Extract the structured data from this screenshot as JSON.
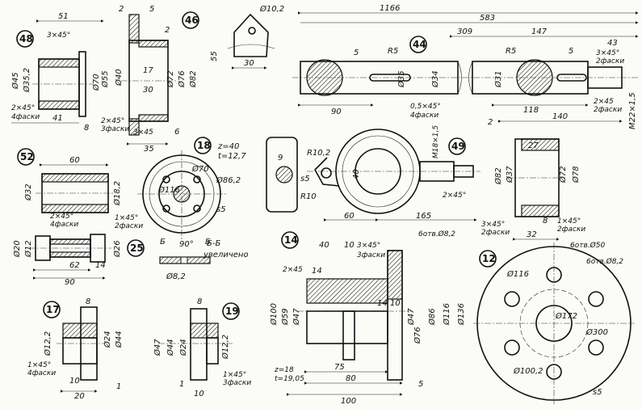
{
  "parts": [
    {
      "id": "48",
      "dims": [
        "51",
        "3×45°",
        "Ø45",
        "Ø35,2",
        "Ø70",
        "2×45°",
        "4фаски",
        "41",
        "8"
      ]
    },
    {
      "id": "46",
      "dims": [
        "2",
        "5",
        "2",
        "Ø55",
        "Ø40",
        "17",
        "30",
        "Ø72",
        "Ø76",
        "Ø82",
        "2×45°",
        "3фаски",
        "3×45",
        "6",
        "35"
      ]
    },
    {
      "id": "pin",
      "dims": [
        "Ø10,2",
        "55",
        "30"
      ]
    },
    {
      "id": "44",
      "dims": [
        "1166",
        "583",
        "309",
        "147",
        "43",
        "3×45°",
        "2фаски",
        "5",
        "R5",
        "R5",
        "5",
        "Ø35",
        "Ø34",
        "Ø31",
        "90",
        "0,5×45°",
        "4фаски",
        "118",
        "2×45",
        "2фаски",
        "2",
        "140",
        "M22×1,5"
      ]
    },
    {
      "id": "18",
      "dims": [
        "z=40",
        "t=12,7",
        "Ø70",
        "Ø86,2",
        "Ø116",
        "s5",
        "90°",
        "Б",
        "Б"
      ]
    },
    {
      "id": "49",
      "dims": [
        "9",
        "R10,2",
        "s5",
        "R10",
        "40",
        "M18×1,5",
        "2×45°",
        "60",
        "165"
      ]
    },
    {
      "id": "section",
      "dims": [
        "Б-Б",
        "увеличено",
        "Ø8,2"
      ]
    },
    {
      "id": "47",
      "dims": [
        "27",
        "Ø82",
        "Ø37",
        "Ø72",
        "Ø78",
        "3×45°",
        "2фаски",
        "8",
        "1×45°",
        "2фаски",
        "32"
      ]
    },
    {
      "id": "52",
      "dims": [
        "60",
        "Ø32",
        "Ø18,2",
        "2×45°",
        "4фаски",
        "1×45°",
        "2фаски"
      ]
    },
    {
      "id": "25",
      "dims": [
        "Ø20",
        "Ø12",
        "Ø26",
        "62",
        "14",
        "90"
      ]
    },
    {
      "id": "14",
      "dims": [
        "40",
        "10",
        "3×45°",
        "3фаски",
        "6отв.Ø8,2",
        "2×45",
        "14",
        "Ø100",
        "Ø59",
        "Ø47",
        "14",
        "10",
        "Ø47",
        "Ø76",
        "Ø86",
        "Ø116",
        "Ø136",
        "z=18",
        "t=19,05",
        "75",
        "80",
        "5",
        "100"
      ]
    },
    {
      "id": "12",
      "dims": [
        "6отв.Ø50",
        "6отв.Ø8,2",
        "Ø116",
        "Ø172",
        "Ø300",
        "Ø100,2",
        "s5"
      ]
    },
    {
      "id": "17",
      "dims": [
        "8",
        "Ø12,2",
        "Ø24",
        "Ø44",
        "1×45°",
        "4фаски",
        "10",
        "20",
        "1"
      ]
    },
    {
      "id": "19",
      "dims": [
        "8",
        "Ø47",
        "Ø44",
        "Ø24",
        "Ø12,2",
        "1",
        "10",
        "1×45°",
        "3фаски"
      ]
    }
  ]
}
